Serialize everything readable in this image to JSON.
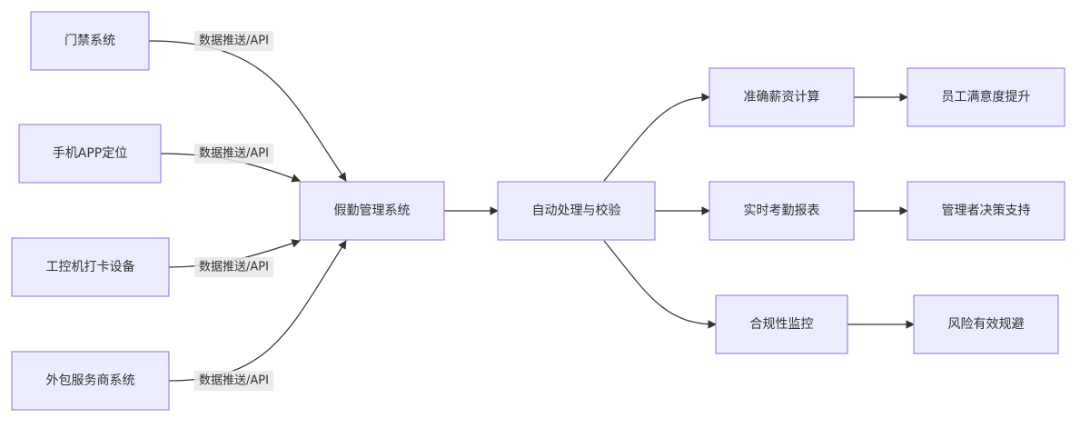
{
  "nodes": {
    "access_control": "门禁系统",
    "mobile_app": "手机APP定位",
    "industrial_device": "工控机打卡设备",
    "outsourcing": "外包服务商系统",
    "leave_system": "假勤管理系统",
    "auto_process": "自动处理与校验",
    "payroll": "准确薪资计算",
    "realtime_report": "实时考勤报表",
    "compliance": "合规性监控",
    "satisfaction": "员工满意度提升",
    "decision": "管理者决策支持",
    "risk": "风险有效规避"
  },
  "edge_labels": {
    "access_control": "数据推送/API",
    "mobile_app": "数据推送/API",
    "industrial_device": "数据推送/API",
    "outsourcing": "数据推送/API"
  },
  "colors": {
    "node_fill": "#ececff",
    "node_stroke": "#9370db",
    "edge": "#333333",
    "label_bg": "#e8e8e8"
  }
}
